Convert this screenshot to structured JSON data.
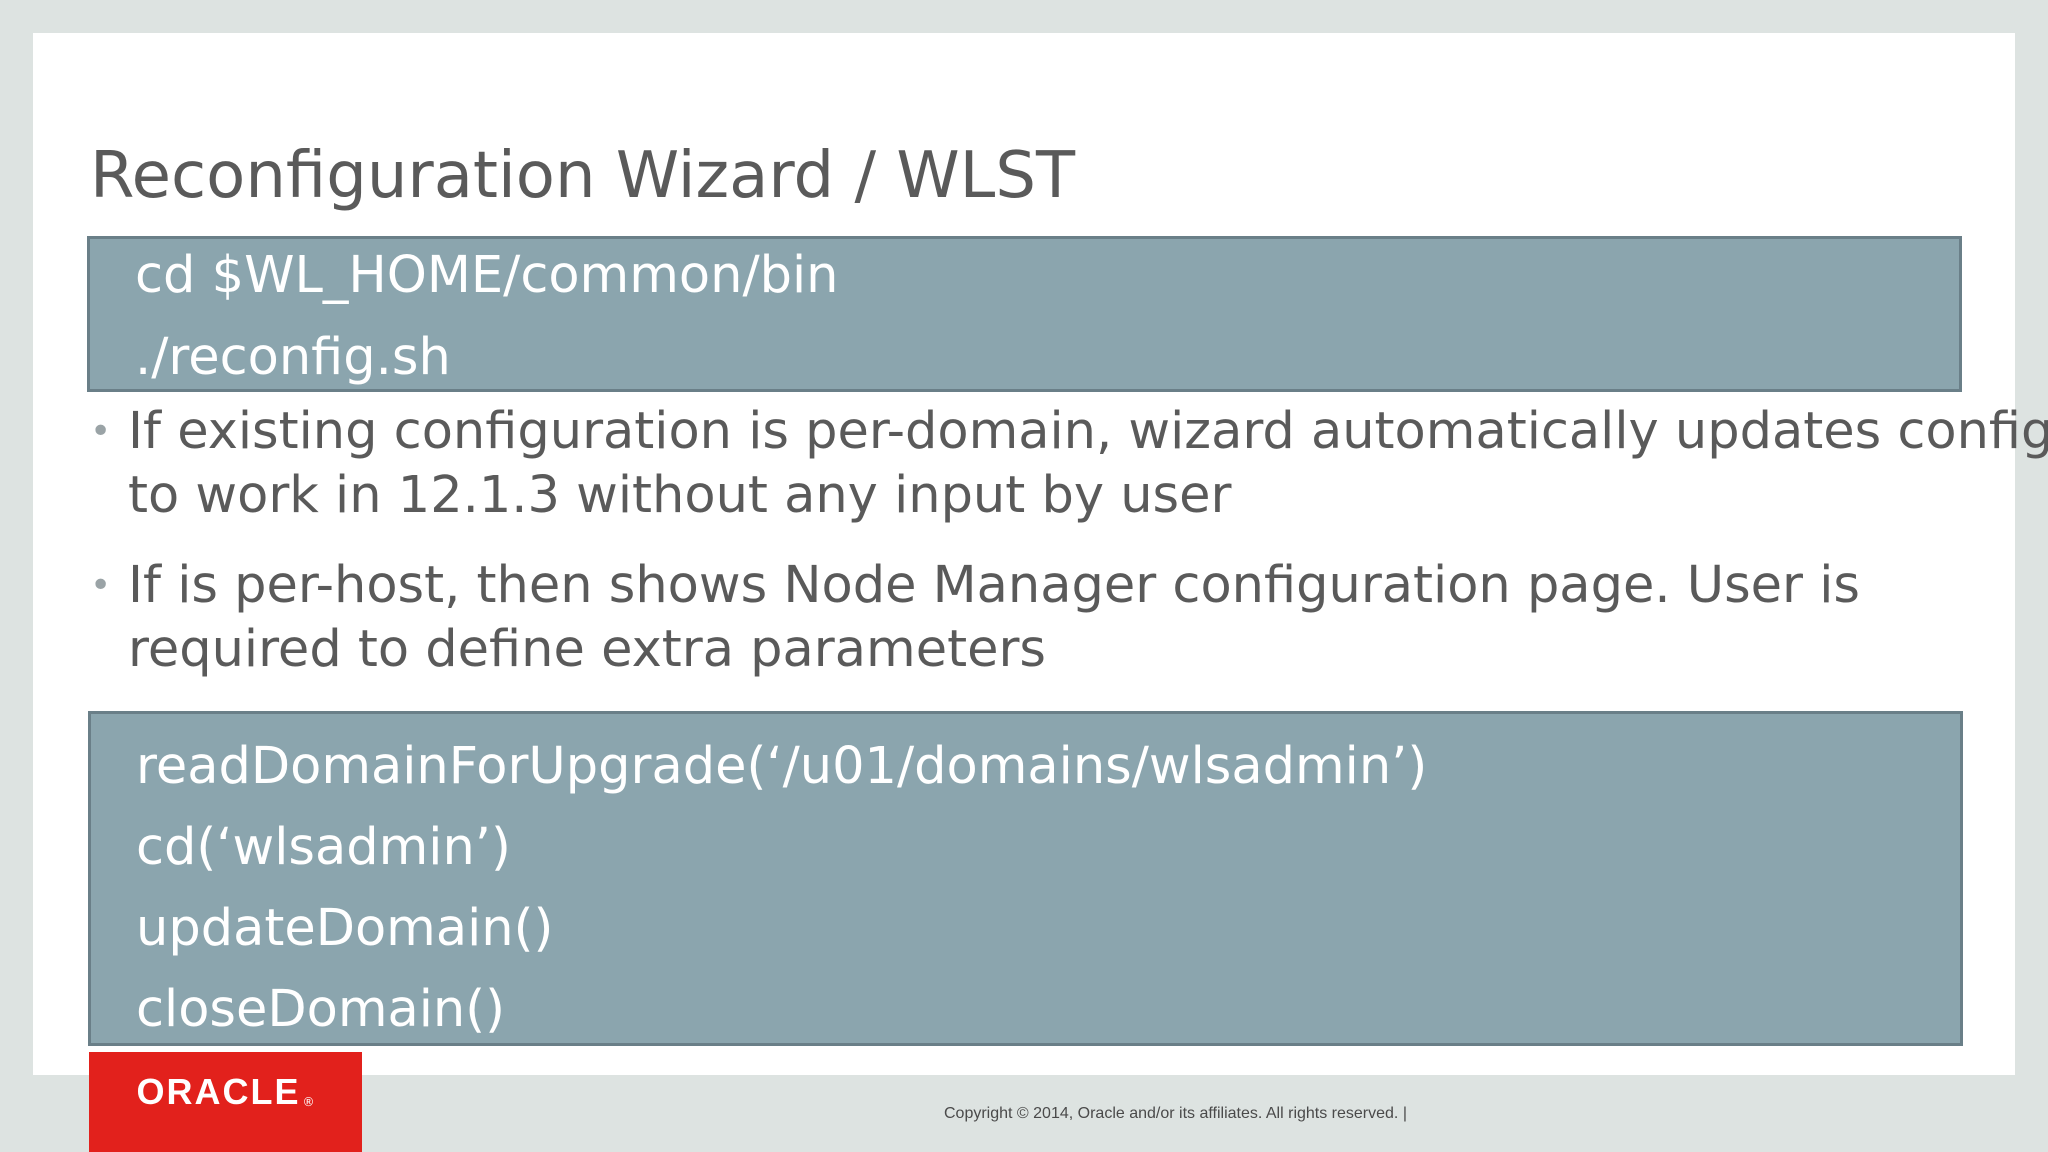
{
  "slide": {
    "title": "Reconfiguration Wizard / WLST",
    "code_block_1": {
      "lines": [
        "cd $WL_HOME/common/bin",
        "./reconfig.sh"
      ]
    },
    "bullets": [
      {
        "marker": "•",
        "lines": [
          "If existing configuration is per-domain, wizard automatically updates config",
          "to work in 12.1.3 without any input by user"
        ]
      },
      {
        "marker": "•",
        "lines": [
          "If is per-host, then shows Node Manager configuration page. User is",
          "required to define extra parameters"
        ]
      }
    ],
    "code_block_2": {
      "lines": [
        "readDomainForUpgrade(‘/u01/domains/wlsadmin’)",
        "cd(‘wlsadmin’)",
        "updateDomain()",
        "closeDomain()"
      ]
    }
  },
  "footer": {
    "logo_text": "ORACLE",
    "logo_mark": "®",
    "copyright": "Copyright © 2014, Oracle and/or its affiliates. All rights reserved.  |"
  },
  "colors": {
    "code_box": "#8ba5ae",
    "logo_background": "#e2211c"
  }
}
